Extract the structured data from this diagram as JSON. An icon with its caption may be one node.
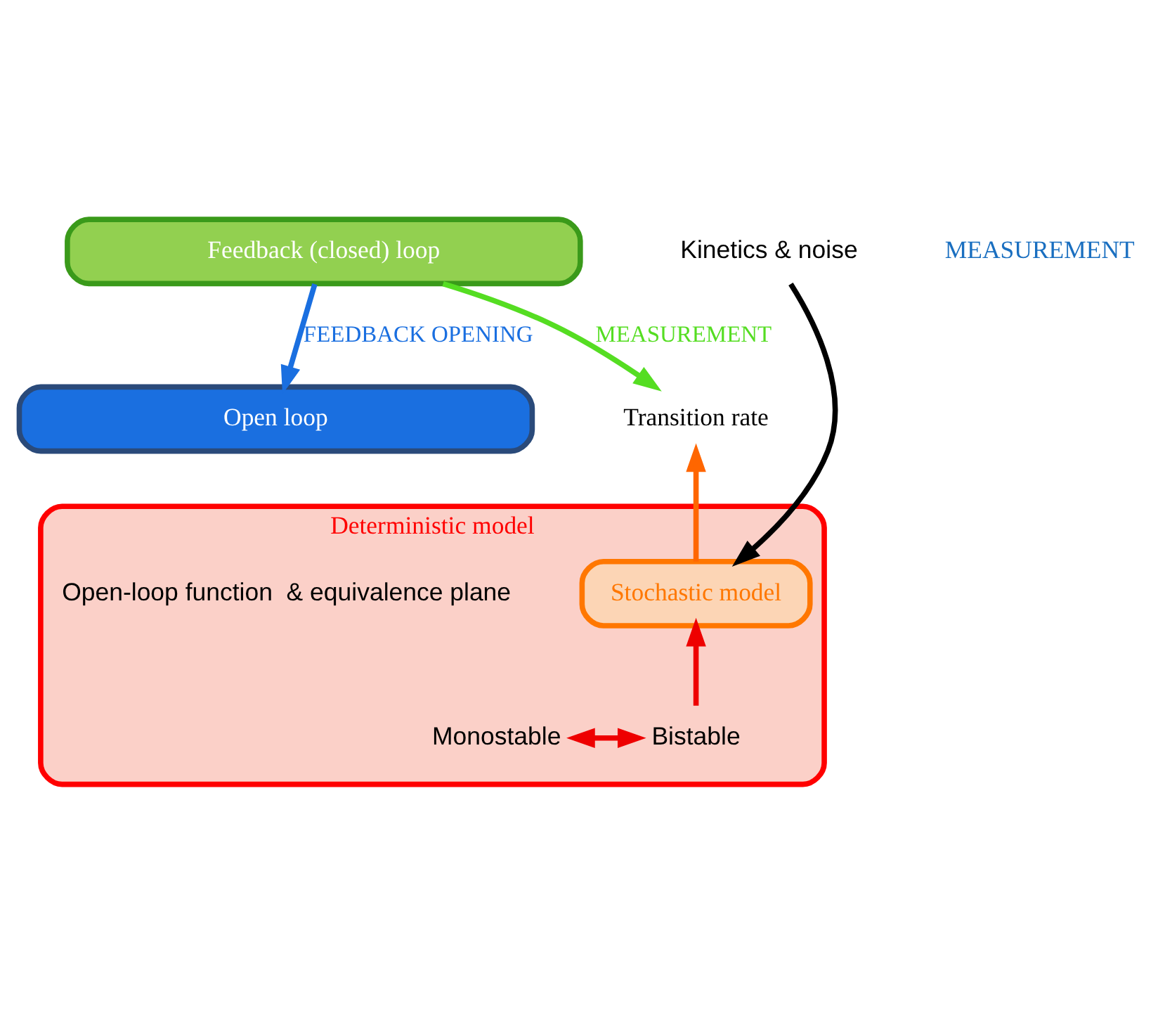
{
  "diagram": {
    "nodes": [
      {
        "text": [
          "Feedback (closed) loop"
        ]
      },
      {
        "text": [
          "Open loop"
        ]
      },
      {
        "text": [
          "Deterministic model"
        ]
      },
      {
        "text": [
          "Stochastic model"
        ],
        "in": 2
      },
      {
        "text": [
          "Transition rate"
        ]
      },
      {
        "text": [
          "Kinetics & noise"
        ]
      },
      {
        "text": [
          "Monostable"
        ],
        "in": 2
      },
      {
        "text": [
          "Bistable"
        ],
        "in": 2
      },
      {
        "text": [
          "Open-loop function  & equivalence plane"
        ],
        "in": 2
      }
    ],
    "edges": [
      {
        "from": 0,
        "to": 1,
        "arrow": "to",
        "label": "FEEDBACK OPENING",
        "color": "#1a6fe0"
      },
      {
        "from": 0,
        "to": 4,
        "arrow": "to",
        "label": "MEASUREMENT",
        "color": "#55dd22"
      },
      {
        "from": 3,
        "to": 4,
        "arrow": "to",
        "color": "#ff6600"
      },
      {
        "from": 5,
        "to": 3,
        "arrow": "to",
        "color": "#000000"
      },
      {
        "from": 7,
        "to": 3,
        "arrow": "to",
        "color": "#ee0000"
      },
      {
        "from": 6,
        "to": 7,
        "arrow": "both",
        "color": "#ee0000"
      }
    ],
    "labels": [
      "MEASUREMENT"
    ]
  }
}
